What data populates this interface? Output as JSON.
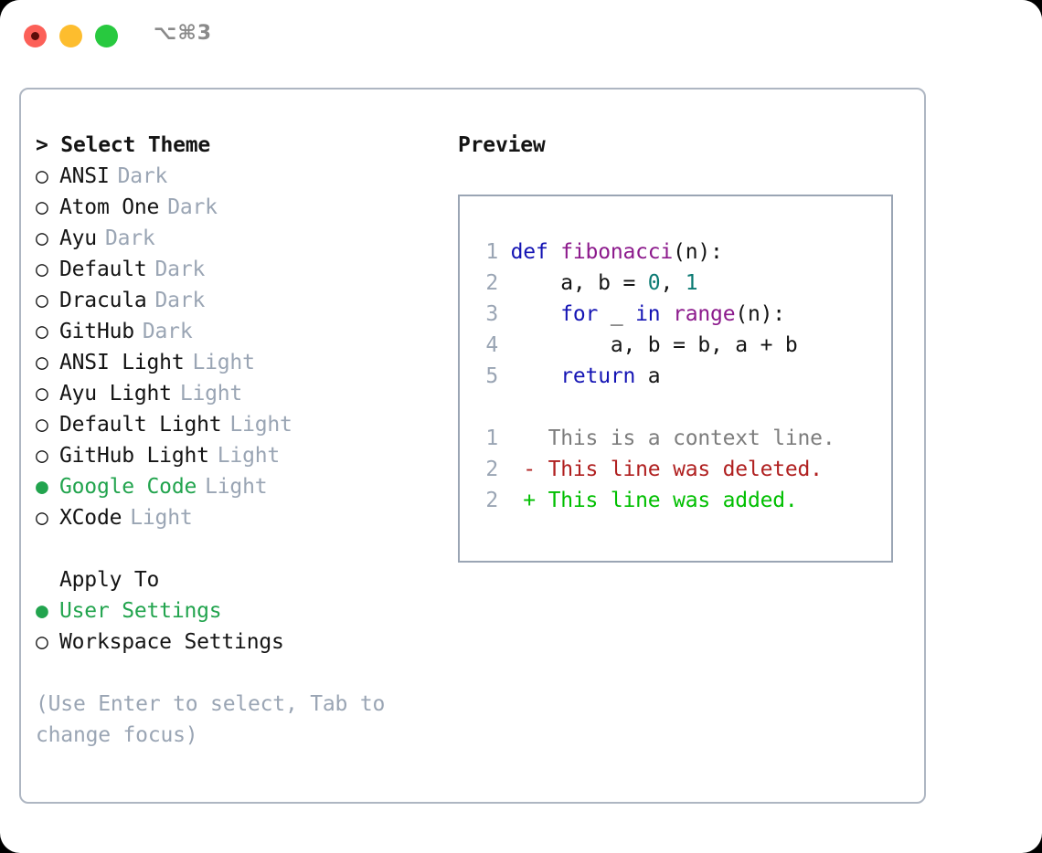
{
  "window": {
    "title": "⌥⌘3",
    "traffic_lights": [
      "close-red",
      "minimize-yellow",
      "maximize-green"
    ]
  },
  "left_panel": {
    "header": "> Select Theme",
    "themes": [
      {
        "marker": "○",
        "label": "ANSI",
        "tag": "Dark",
        "selected": false
      },
      {
        "marker": "○",
        "label": "Atom One",
        "tag": "Dark",
        "selected": false
      },
      {
        "marker": "○",
        "label": "Ayu",
        "tag": "Dark",
        "selected": false
      },
      {
        "marker": "○",
        "label": "Default",
        "tag": "Dark",
        "selected": false
      },
      {
        "marker": "○",
        "label": "Dracula",
        "tag": "Dark",
        "selected": false
      },
      {
        "marker": "○",
        "label": "GitHub",
        "tag": "Dark",
        "selected": false
      },
      {
        "marker": "○",
        "label": "ANSI Light",
        "tag": "Light",
        "selected": false
      },
      {
        "marker": "○",
        "label": "Ayu Light",
        "tag": "Light",
        "selected": false
      },
      {
        "marker": "○",
        "label": "Default Light",
        "tag": "Light",
        "selected": false
      },
      {
        "marker": "○",
        "label": "GitHub Light",
        "tag": "Light",
        "selected": false
      },
      {
        "marker": "●",
        "label": "Google Code",
        "tag": "Light",
        "selected": true
      },
      {
        "marker": "○",
        "label": "XCode",
        "tag": "Light",
        "selected": false
      }
    ],
    "apply_to": {
      "header": "Apply To",
      "options": [
        {
          "marker": "●",
          "label": "User Settings",
          "selected": true
        },
        {
          "marker": "○",
          "label": "Workspace Settings",
          "selected": false
        }
      ]
    },
    "hint": "(Use Enter to select, Tab to change focus)"
  },
  "right_panel": {
    "header": "Preview",
    "code_lines": [
      {
        "num": "1",
        "tokens": [
          {
            "t": "def ",
            "c": "kw"
          },
          {
            "t": "fibonacci",
            "c": "fn"
          },
          {
            "t": "(n):",
            "c": "txt"
          }
        ]
      },
      {
        "num": "2",
        "tokens": [
          {
            "t": "    a, b = ",
            "c": "txt"
          },
          {
            "t": "0",
            "c": "num"
          },
          {
            "t": ", ",
            "c": "txt"
          },
          {
            "t": "1",
            "c": "num"
          }
        ]
      },
      {
        "num": "3",
        "tokens": [
          {
            "t": "    ",
            "c": "txt"
          },
          {
            "t": "for",
            "c": "kw"
          },
          {
            "t": " _ ",
            "c": "txt"
          },
          {
            "t": "in",
            "c": "kw"
          },
          {
            "t": " ",
            "c": "txt"
          },
          {
            "t": "range",
            "c": "fn"
          },
          {
            "t": "(n):",
            "c": "txt"
          }
        ]
      },
      {
        "num": "4",
        "tokens": [
          {
            "t": "        a, b = b, a + b",
            "c": "txt"
          }
        ]
      },
      {
        "num": "5",
        "tokens": [
          {
            "t": "    ",
            "c": "txt"
          },
          {
            "t": "return",
            "c": "kw"
          },
          {
            "t": " a",
            "c": "txt"
          }
        ]
      }
    ],
    "diff_lines": [
      {
        "num": "1",
        "marker": "  ",
        "text": "This is a context line.",
        "kind": "ctx"
      },
      {
        "num": "2",
        "marker": "- ",
        "text": "This line was deleted.",
        "kind": "del"
      },
      {
        "num": "2",
        "marker": "+ ",
        "text": "This line was added.",
        "kind": "add"
      }
    ]
  },
  "colors": {
    "accent_green": "#22a44e",
    "muted": "#9aa5b4",
    "keyword": "#1414b4",
    "function": "#8c1a8c",
    "number": "#0b7a73",
    "diff_added": "#00bf00",
    "diff_deleted": "#b02020",
    "border": "#aeb6c2"
  }
}
